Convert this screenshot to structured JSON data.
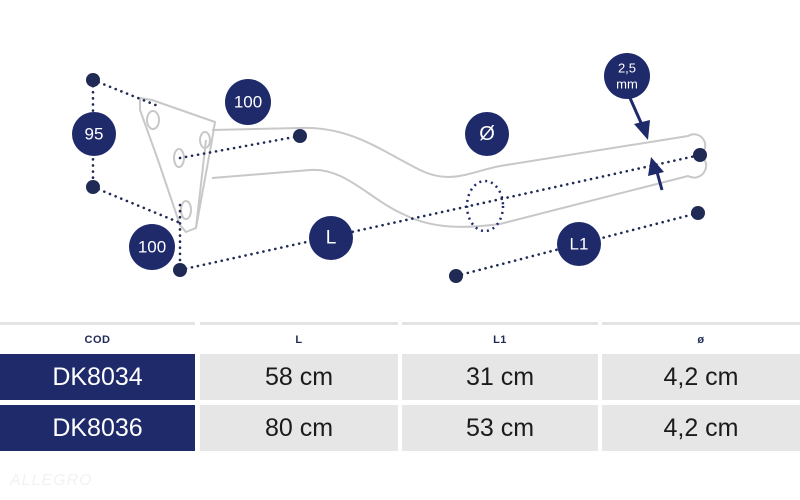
{
  "diagram": {
    "labels": {
      "height_95": "95",
      "plate_100_top": "100",
      "plate_100_bottom": "100",
      "diameter": "Ø",
      "length_L": "L",
      "length_L1": "L1",
      "thickness_line1": "2,5",
      "thickness_line2": "mm"
    },
    "colors": {
      "accent": "#1f2a6b",
      "dots": "#1f2a55",
      "outline": "#c8c8c8"
    }
  },
  "table": {
    "headers": [
      "COD",
      "L",
      "L1",
      "ø"
    ],
    "rows": [
      {
        "code": "DK8034",
        "L": "58 cm",
        "L1": "31 cm",
        "diameter": "4,2 cm"
      },
      {
        "code": "DK8036",
        "L": "80 cm",
        "L1": "53 cm",
        "diameter": "4,2 cm"
      }
    ]
  },
  "watermark": "ALLEGRO"
}
